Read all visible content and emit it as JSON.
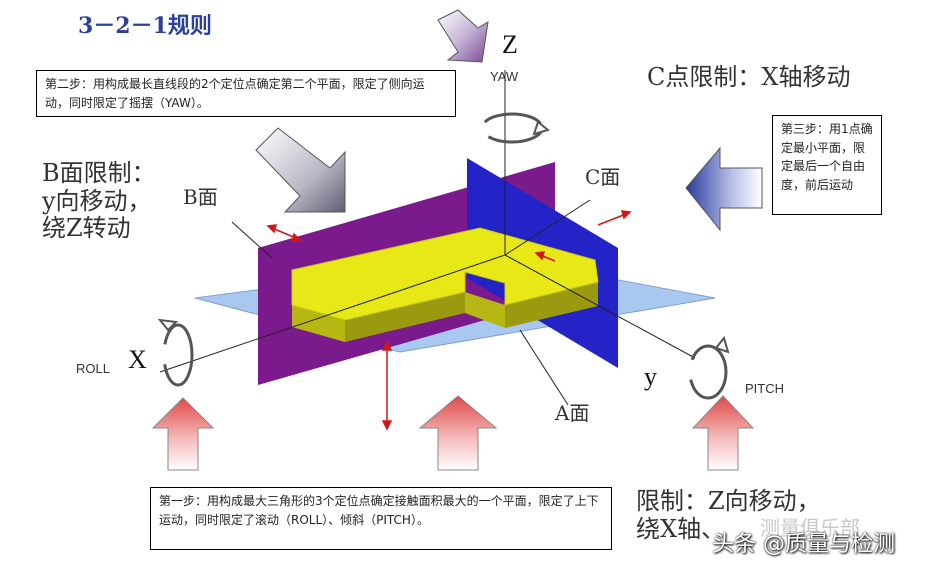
{
  "title": "3－2－1规则",
  "step2": "第二步：用构成最长直线段的2个定位点确定第二个平面，限定了侧向运动，同时限定了摇摆（YAW）。",
  "step3": "第三步：用1点确定最小平面，限定最后一个自由度，前后运动",
  "step1": "第一步：用构成最大三角形的3个定位点确定接触面积最大的一个平面，限定了上下运动，同时限定了滚动（ROLL）、倾斜（PITCH）。",
  "b_limit": "B面限制：\ny向移动，\n绕Z转动",
  "c_limit": "C点限制：X轴移动",
  "a_limit": "限制：Z向移动，\n绕X轴、",
  "labels": {
    "b_face": "B面",
    "c_face": "C面",
    "a_face": "A面",
    "z_axis": "Z",
    "x_axis": "X",
    "y_axis": "y",
    "yaw": "YAW",
    "roll": "ROLL",
    "pitch": "PITCH"
  },
  "watermark": "头条 @质量与检测",
  "watermark_faint": "测量俱乐部",
  "colors": {
    "title": "#2b3f9c",
    "a_plane": "#a9c8f0",
    "b_plane": "#7a1a8c",
    "c_plane": "#2323c8",
    "part_top": "#e8e816",
    "part_side": "#9a9a10",
    "arrow_red": "#e55a5a"
  }
}
